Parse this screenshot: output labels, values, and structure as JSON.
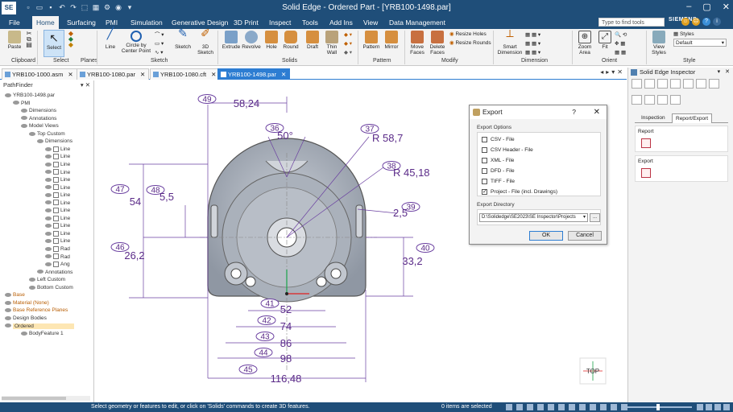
{
  "app": {
    "title": "Solid Edge - Ordered Part - [YRB100-1498.par]",
    "logo": "SE",
    "siemens": "SIEMENS",
    "search_placeholder": "Type to find tools",
    "accent": "#1f4e79"
  },
  "menu": {
    "tabs": [
      "File",
      "Home",
      "Surfacing",
      "PMI",
      "Simulation",
      "Generative Design",
      "3D Print",
      "Inspect",
      "Tools",
      "Add Ins",
      "View",
      "Data Management"
    ],
    "active": "Home"
  },
  "ribbon": {
    "paste": "Paste",
    "select": "Select",
    "line": "Line",
    "circle_center": "Circle by Center Point",
    "sketch": "Sketch",
    "sketch3d": "3D Sketch",
    "extrude": "Extrude",
    "revolve": "Revolve",
    "hole": "Hole",
    "round": "Round",
    "draft": "Draft",
    "thin_wall": "Thin Wall",
    "pattern": "Pattern",
    "mirror": "Mirror",
    "move_faces": "Move Faces",
    "delete_faces": "Delete Faces",
    "resize_holes": "Resize Holes",
    "resize_rounds": "Resize Rounds",
    "smart_dimension": "Smart Dimension",
    "zoom_area": "Zoom Area",
    "fit": "Fit",
    "view_styles": "View Styles",
    "styles": "Styles",
    "styles_value": "Default",
    "groups": {
      "clipboard": "Clipboard",
      "select": "Select",
      "planes": "Planes",
      "sketch": "Sketch",
      "solids": "Solids",
      "pattern": "Pattern",
      "modify": "Modify",
      "dimension": "Dimension",
      "orient": "Orient",
      "style": "Style"
    }
  },
  "doc_tabs": [
    {
      "label": "YRB100-1000.asm",
      "active": false
    },
    {
      "label": "YRB100-1080.par",
      "active": false
    },
    {
      "label": "YRB100-1080.cft",
      "active": false
    },
    {
      "label": "YRB100-1498.par",
      "active": true
    }
  ],
  "pathfinder": {
    "title": "PathFinder",
    "rows": [
      {
        "label": "YRB100-1498.par",
        "indent": 0
      },
      {
        "label": "PMI",
        "indent": 1
      },
      {
        "label": "Dimensions",
        "indent": 2
      },
      {
        "label": "Annotations",
        "indent": 2
      },
      {
        "label": "Model Views",
        "indent": 2
      },
      {
        "label": "Top Custom",
        "indent": 3
      },
      {
        "label": "Dimensions",
        "indent": 4
      },
      {
        "label": "Line",
        "indent": 5
      },
      {
        "label": "Line",
        "indent": 5
      },
      {
        "label": "Line",
        "indent": 5
      },
      {
        "label": "Line",
        "indent": 5
      },
      {
        "label": "Line",
        "indent": 5
      },
      {
        "label": "Line",
        "indent": 5
      },
      {
        "label": "Line",
        "indent": 5
      },
      {
        "label": "Line",
        "indent": 5
      },
      {
        "label": "Line",
        "indent": 5
      },
      {
        "label": "Line",
        "indent": 5
      },
      {
        "label": "Line",
        "indent": 5
      },
      {
        "label": "Line",
        "indent": 5
      },
      {
        "label": "Line",
        "indent": 5
      },
      {
        "label": "Rad",
        "indent": 5
      },
      {
        "label": "Rad",
        "indent": 5
      },
      {
        "label": "Ang",
        "indent": 5
      },
      {
        "label": "Annotations",
        "indent": 4
      },
      {
        "label": "Left Custom",
        "indent": 3
      },
      {
        "label": "Bottom Custom",
        "indent": 3
      },
      {
        "label": "Base",
        "indent": 0
      },
      {
        "label": "Material (None)",
        "indent": 0
      },
      {
        "label": "Base Reference Planes",
        "indent": 0
      },
      {
        "label": "Design Bodies",
        "indent": 0
      },
      {
        "label": "Ordered",
        "indent": 0
      },
      {
        "label": "BodyFeature 1",
        "indent": 2
      }
    ]
  },
  "drawing": {
    "dims": {
      "d49": "49",
      "v58": "58,24",
      "d36": "36",
      "v50": "50°",
      "d37": "37",
      "v587": "R 58,7",
      "d38": "38",
      "v4518": "R 45,18",
      "d39": "39",
      "v25": "2,5",
      "d47": "47",
      "v54": "54",
      "d48": "48",
      "v55": "5,5",
      "d46": "46",
      "v262": "26,2",
      "d40": "40",
      "v332": "33,2",
      "d41": "41",
      "v52": "52",
      "d42": "42",
      "v74": "74",
      "d43": "43",
      "v86": "86",
      "d44": "44",
      "v98": "98",
      "d45": "45",
      "v11648": "116,48"
    },
    "view_cube": "TOP",
    "dim_color": "#5a2a88"
  },
  "export_dialog": {
    "title": "Export",
    "help": "?",
    "options_label": "Export Options",
    "options": [
      {
        "label": "CSV - File",
        "checked": false
      },
      {
        "label": "CSV Header - File",
        "checked": false
      },
      {
        "label": "XML - File",
        "checked": false
      },
      {
        "label": "DFD - File",
        "checked": false
      },
      {
        "label": "TIFF - File",
        "checked": false
      },
      {
        "label": "Project - File (incl. Drawings)",
        "checked": true
      }
    ],
    "dir_label": "Export Directory",
    "dir_value": "D:\\Solidedge\\SE2023\\SE Inspector\\Projects",
    "browse": "...",
    "ok": "OK",
    "cancel": "Cancel"
  },
  "inspector": {
    "title": "Solid Edge Inspector",
    "tabs": [
      "Inspection",
      "Report/Export"
    ],
    "active_tab": "Report/Export",
    "report": "Report",
    "export": "Export"
  },
  "status": {
    "message": "Select geometry or features to edit, or click on 'Solids' commands to create 3D features.",
    "selected": "0 items are selected"
  }
}
